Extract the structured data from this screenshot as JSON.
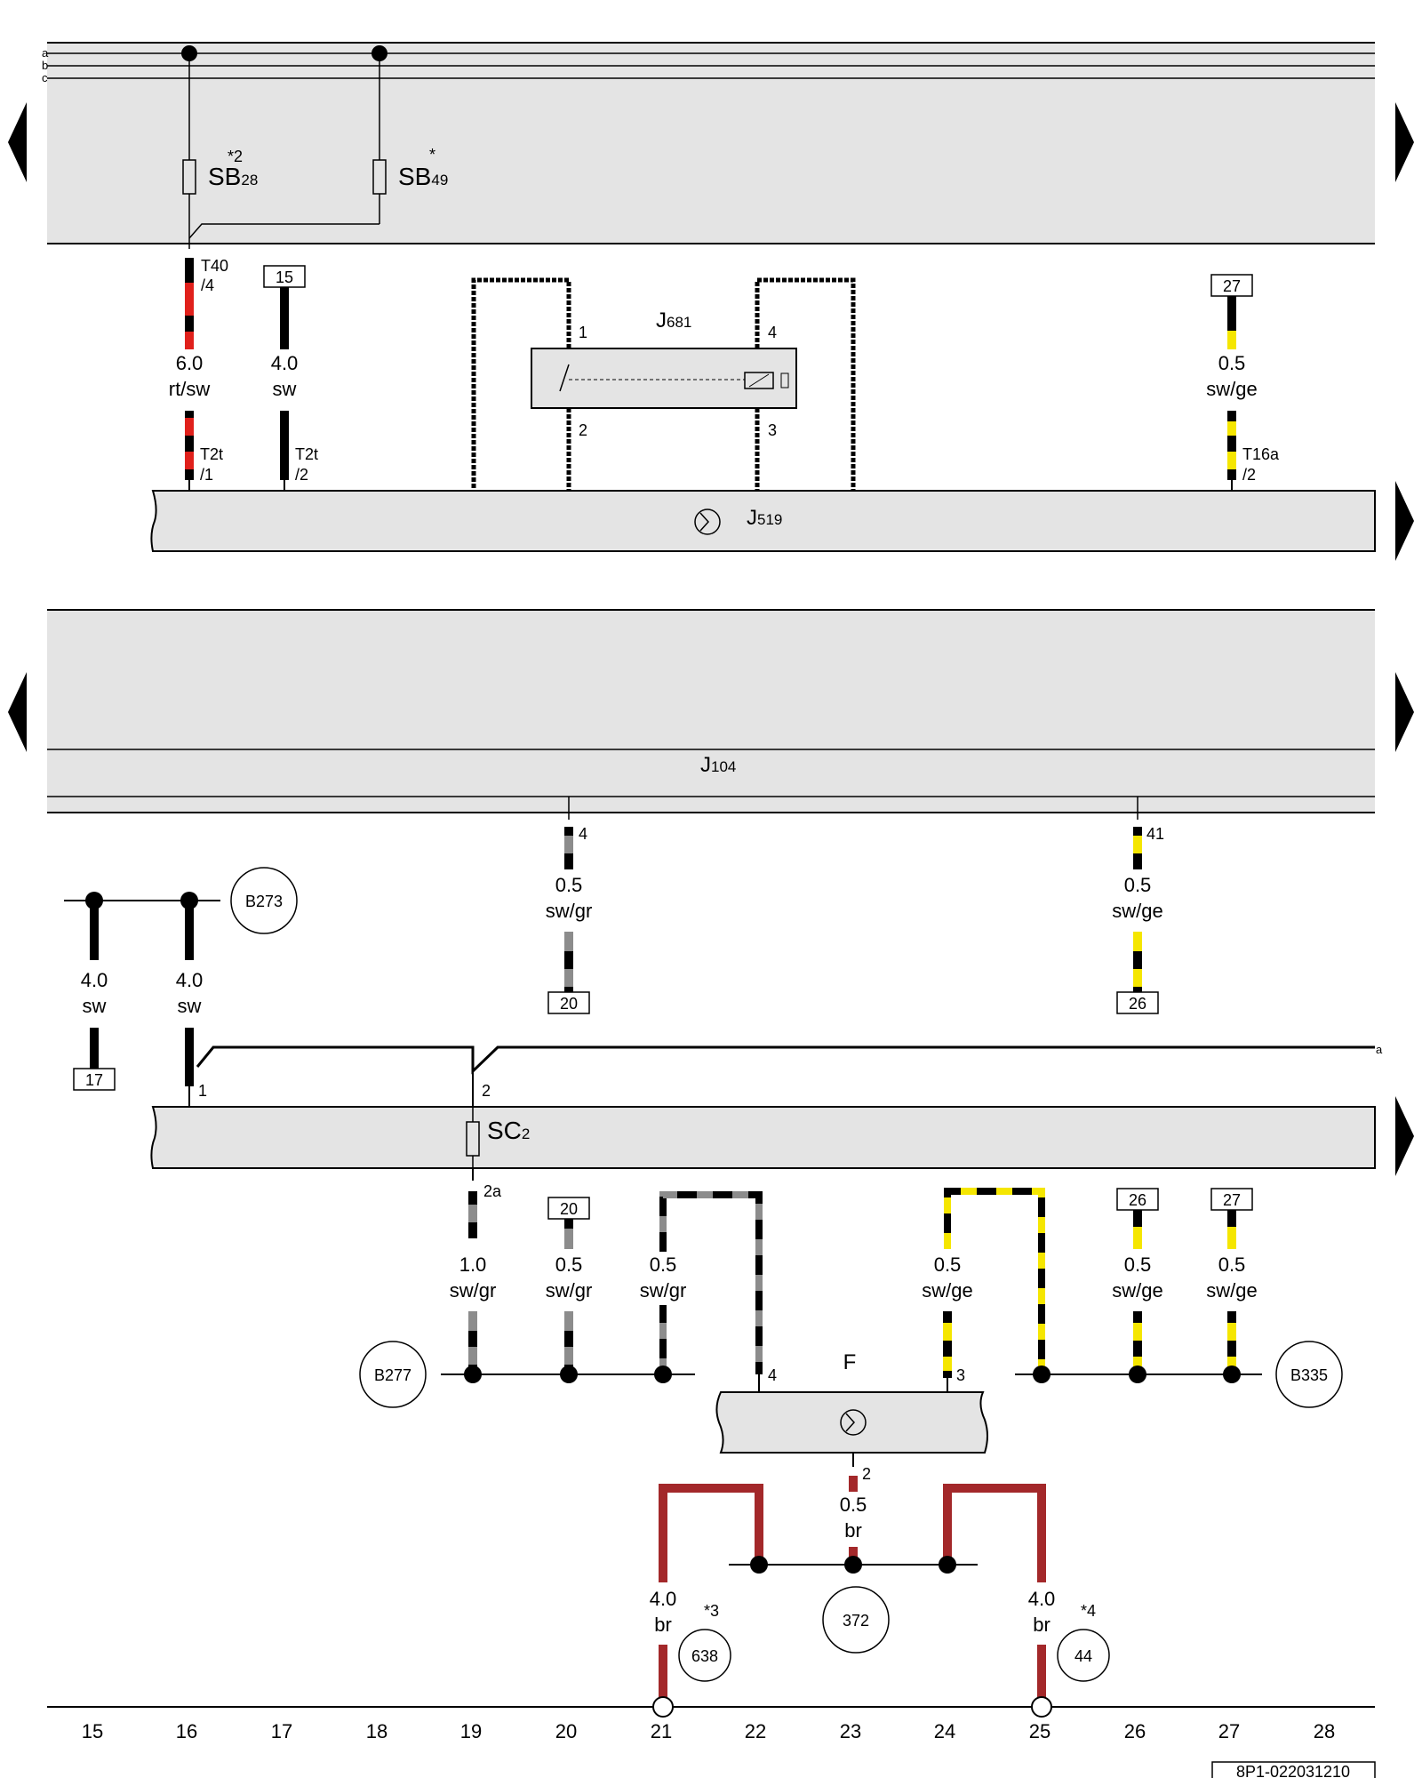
{
  "bus_labels": [
    "a",
    "b",
    "c"
  ],
  "fuses": {
    "sb28": {
      "name": "SB",
      "sub": "28",
      "mark": "*2"
    },
    "sb49": {
      "name": "SB",
      "sub": "49",
      "mark": "*"
    },
    "sc2": {
      "name": "SC",
      "sub": "2"
    }
  },
  "components": {
    "j681": {
      "name": "J",
      "sub": "681"
    },
    "j519": {
      "name": "J",
      "sub": "519"
    },
    "j104": {
      "name": "J",
      "sub": "104"
    },
    "f": {
      "name": "F"
    }
  },
  "connectors": {
    "t40": {
      "line1": "T40",
      "line2": "/4"
    },
    "t2t_1": {
      "line1": "T2t",
      "line2": "/1"
    },
    "t2t_2": {
      "line1": "T2t",
      "line2": "/2"
    },
    "t16a": {
      "line1": "T16a",
      "line2": "/2"
    }
  },
  "pins": {
    "j681_1": "1",
    "j681_2": "2",
    "j681_3": "3",
    "j681_4": "4",
    "j104_4": "4",
    "j104_41": "41",
    "sc_1": "1",
    "sc_2": "2",
    "sc_2a": "2a",
    "f_4": "4",
    "f_3": "3",
    "f_2": "2"
  },
  "wires": {
    "w_t40": {
      "size": "6.0",
      "color": "rt/sw"
    },
    "w_15": {
      "size": "4.0",
      "color": "sw"
    },
    "w_27top": {
      "size": "0.5",
      "color": "sw/ge"
    },
    "w_j104_4": {
      "size": "0.5",
      "color": "sw/gr"
    },
    "w_j104_41": {
      "size": "0.5",
      "color": "sw/ge"
    },
    "w_b273_a": {
      "size": "4.0",
      "color": "sw"
    },
    "w_b273_b": {
      "size": "4.0",
      "color": "sw"
    },
    "w_sc2a": {
      "size": "1.0",
      "color": "sw/gr"
    },
    "w_20": {
      "size": "0.5",
      "color": "sw/gr"
    },
    "w_loop_gr": {
      "size": "0.5",
      "color": "sw/gr"
    },
    "w_f3": {
      "size": "0.5",
      "color": "sw/ge"
    },
    "w_26": {
      "size": "0.5",
      "color": "sw/ge"
    },
    "w_27": {
      "size": "0.5",
      "color": "sw/ge"
    },
    "w_f2": {
      "size": "0.5",
      "color": "br"
    },
    "w_638": {
      "size": "4.0",
      "color": "br",
      "mark": "*3"
    },
    "w_44": {
      "size": "4.0",
      "color": "br",
      "mark": "*4"
    }
  },
  "refs": {
    "r15": "15",
    "r27top": "27",
    "r20a": "20",
    "r26a": "26",
    "r17": "17",
    "r20b": "20",
    "r26b": "26",
    "r27b": "27"
  },
  "grounds": {
    "b273": "B273",
    "b277": "B277",
    "b335": "B335",
    "g372": "372",
    "g638": "638",
    "g44": "44"
  },
  "grid_numbers": [
    "15",
    "16",
    "17",
    "18",
    "19",
    "20",
    "21",
    "22",
    "23",
    "24",
    "25",
    "26",
    "27",
    "28"
  ],
  "footer_code": "8P1-022031210",
  "colors": {
    "panel": "#e4e4e4",
    "black": "#000000",
    "red": "#e0201b",
    "yellow": "#f5e600",
    "grey": "#8c8c8c",
    "brown": "#a3282a"
  }
}
